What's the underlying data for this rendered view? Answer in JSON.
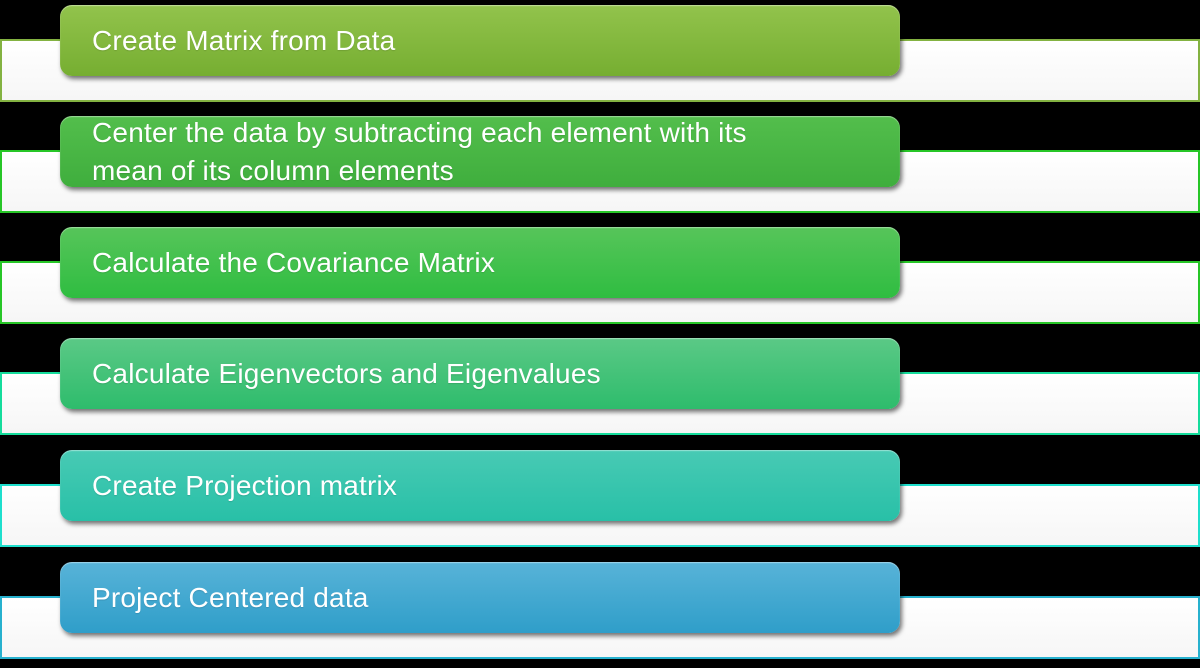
{
  "diagram": {
    "type": "vertical-process-list",
    "background_color": "#000000",
    "track_fill": "#fbfbfb",
    "text_color": "#ffffff",
    "steps": [
      {
        "label": "Create Matrix from Data",
        "gradient_top": "#92c34c",
        "gradient_bottom": "#76ae31",
        "bar_border": "#83b241"
      },
      {
        "label": "Center the data by subtracting each element with its mean of its column elements",
        "gradient_top": "#53be4c",
        "gradient_bottom": "#3fae3d",
        "bar_border": "#27c627"
      },
      {
        "label": "Calculate the Covariance Matrix",
        "gradient_top": "#57c55a",
        "gradient_bottom": "#2fbd41",
        "bar_border": "#27c627"
      },
      {
        "label": "Calculate Eigenvectors and Eigenvalues",
        "gradient_top": "#5bc986",
        "gradient_bottom": "#2ebc6c",
        "bar_border": "#15dc9c"
      },
      {
        "label": "Create Projection matrix",
        "gradient_top": "#48cab4",
        "gradient_bottom": "#28c0a7",
        "bar_border": "#1edfcd"
      },
      {
        "label": "Project Centered data",
        "gradient_top": "#58b3d8",
        "gradient_bottom": "#2f9ec9",
        "bar_border": "#27b1ce"
      }
    ]
  }
}
